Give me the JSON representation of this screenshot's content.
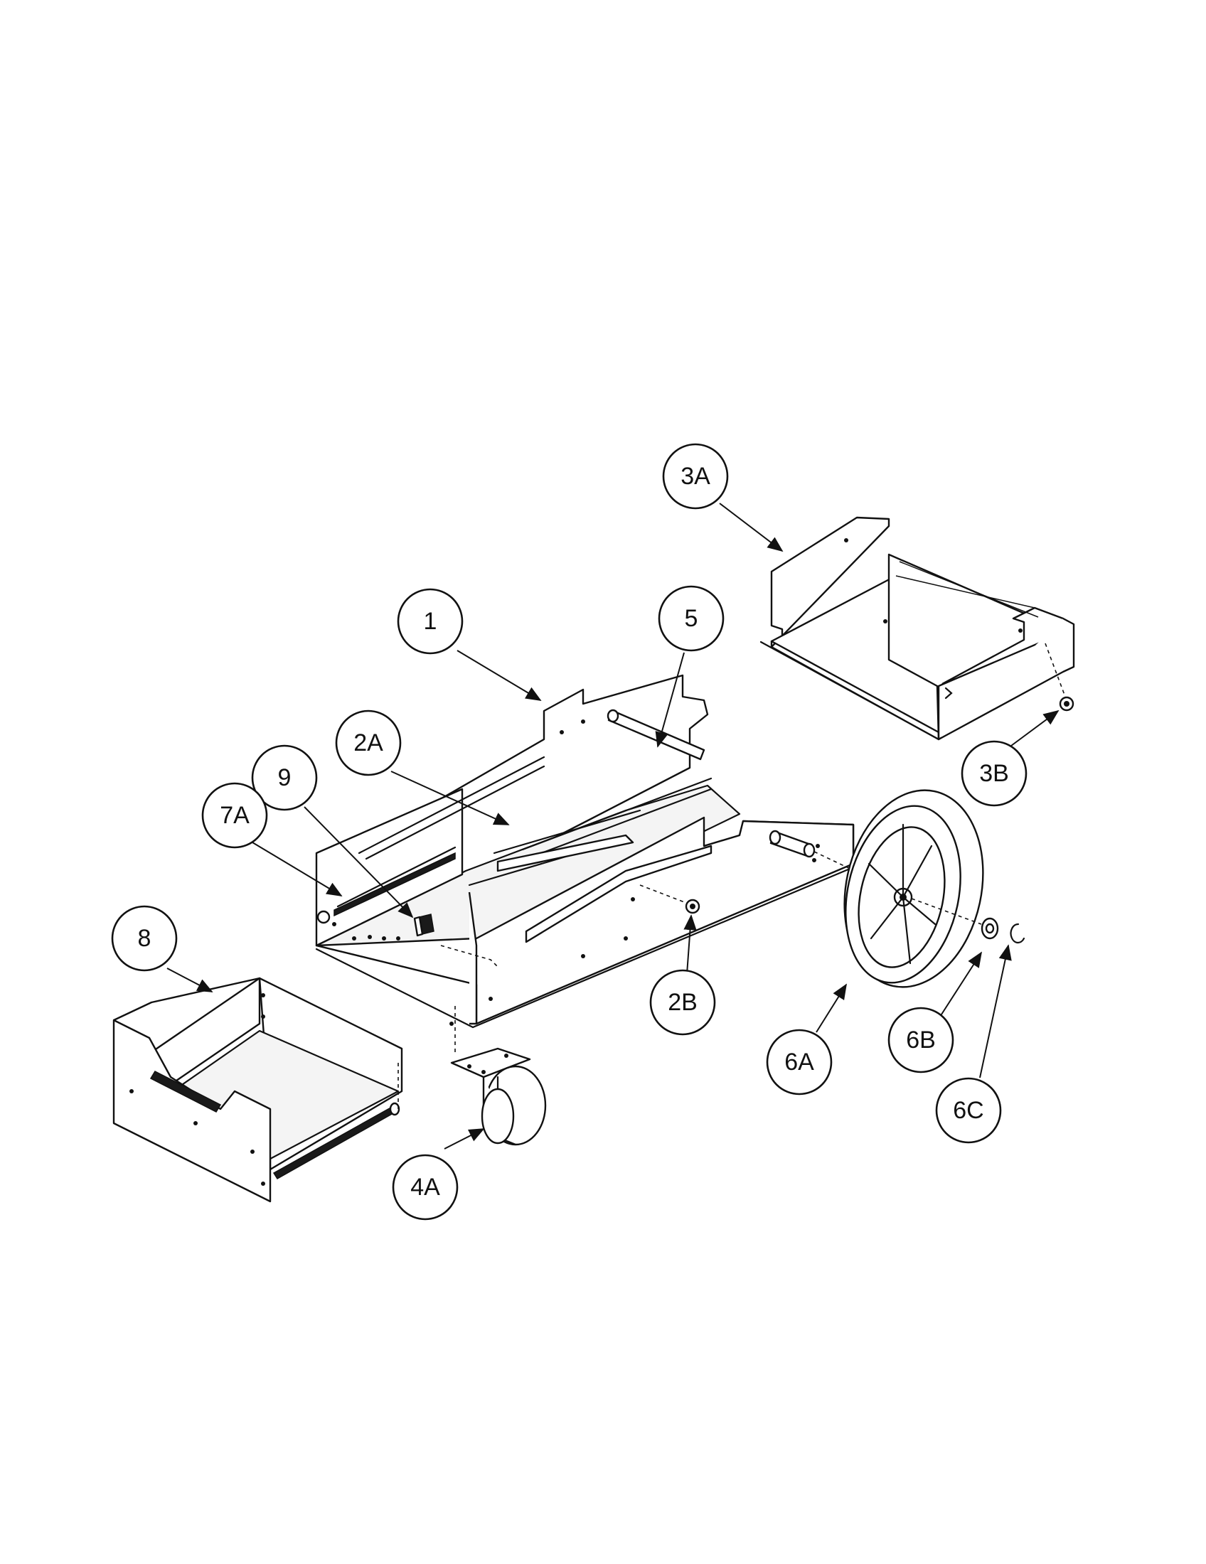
{
  "diagram": {
    "callouts": [
      {
        "id": "3A",
        "label": "3A"
      },
      {
        "id": "1",
        "label": "1"
      },
      {
        "id": "5",
        "label": "5"
      },
      {
        "id": "2A",
        "label": "2A"
      },
      {
        "id": "9",
        "label": "9"
      },
      {
        "id": "7A",
        "label": "7A"
      },
      {
        "id": "3B",
        "label": "3B"
      },
      {
        "id": "8",
        "label": "8"
      },
      {
        "id": "2B",
        "label": "2B"
      },
      {
        "id": "6B",
        "label": "6B"
      },
      {
        "id": "6A",
        "label": "6A"
      },
      {
        "id": "6C",
        "label": "6C"
      },
      {
        "id": "4A",
        "label": "4A"
      }
    ]
  }
}
